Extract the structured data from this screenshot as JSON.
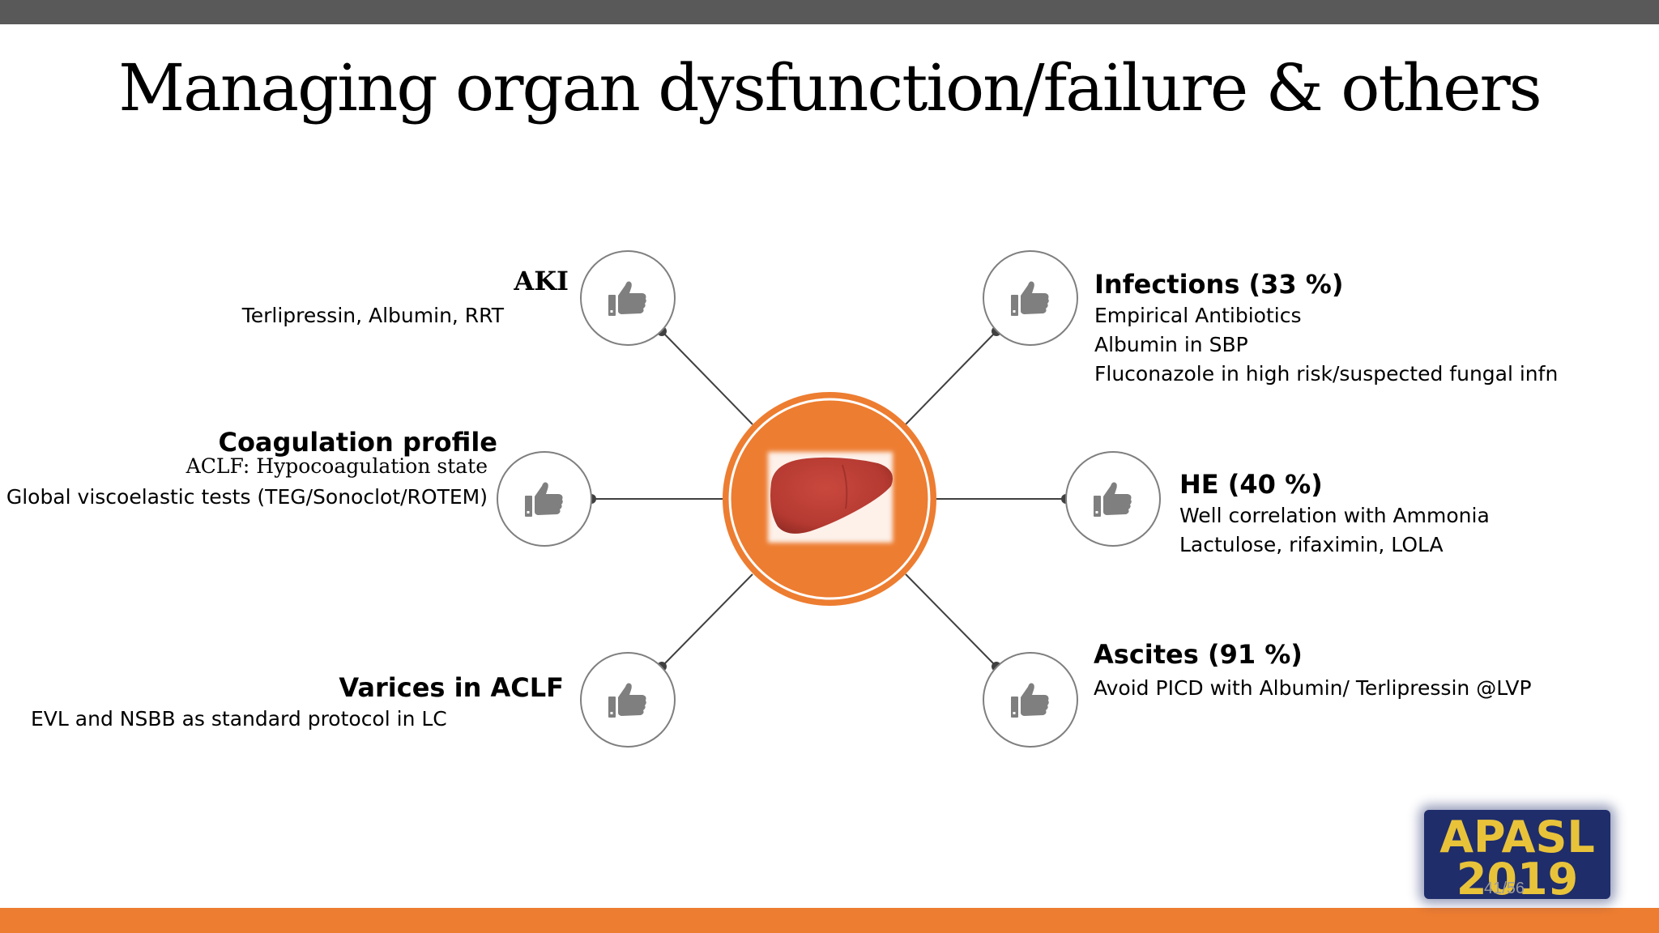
{
  "title": "Managing organ dysfunction/failure & others",
  "colors": {
    "accent": "#ed7d31",
    "topbar": "#595959",
    "line": "#404040",
    "icon": "#7f7f7f"
  },
  "center": {
    "icon": "liver-image"
  },
  "nodes": {
    "aki": {
      "heading": "AKI",
      "lines": [
        "Terlipressin, Albumin, RRT"
      ],
      "icon": "thumbs-up-icon"
    },
    "coagulation": {
      "heading": "Coagulation profile",
      "subheading": "ACLF: Hypocoagulation state",
      "lines": [
        "Global viscoelastic tests (TEG/Sonoclot/ROTEM)"
      ],
      "icon": "thumbs-up-icon"
    },
    "varices": {
      "heading": "Varices in ACLF",
      "lines": [
        "EVL and NSBB as standard protocol in LC"
      ],
      "icon": "thumbs-up-icon"
    },
    "infections": {
      "heading": "Infections (33 %)",
      "lines": [
        "Empirical Antibiotics",
        "Albumin in SBP",
        "Fluconazole in high risk/suspected fungal infn"
      ],
      "icon": "thumbs-up-icon"
    },
    "he": {
      "heading": "HE (40 %)",
      "lines": [
        "Well correlation with Ammonia",
        "Lactulose, rifaximin, LOLA"
      ],
      "icon": "thumbs-up-icon"
    },
    "ascites": {
      "heading": "Ascites (91 %)",
      "lines": [
        "Avoid PICD with Albumin/ Terlipressin @LVP"
      ],
      "icon": "thumbs-up-icon"
    }
  },
  "logo": {
    "line1": "APASL",
    "line2": "2019"
  },
  "page_number": "41/56"
}
